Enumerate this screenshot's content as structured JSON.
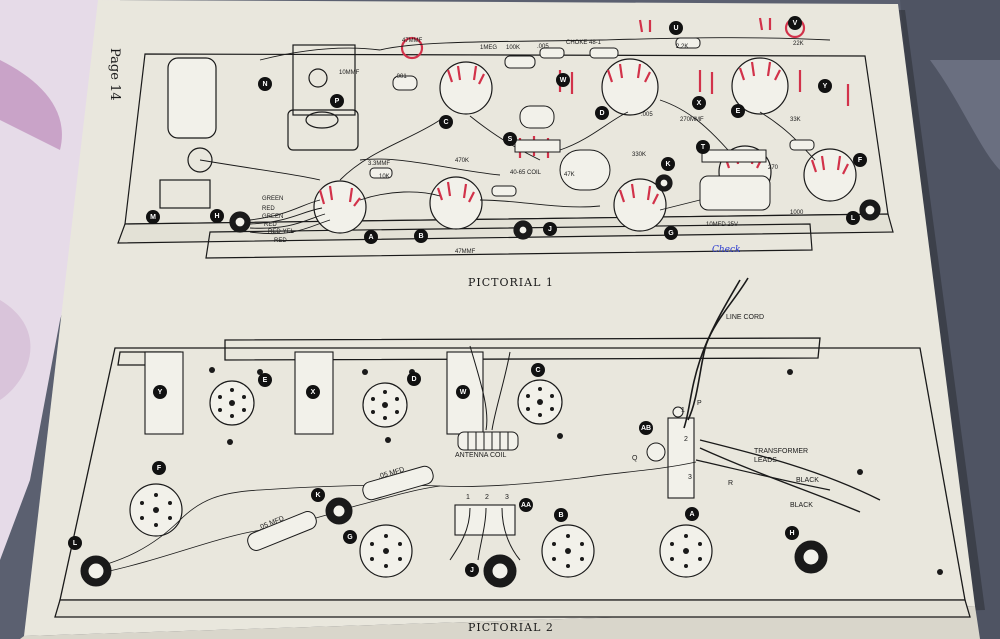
{
  "page": {
    "page_number": "Page 14",
    "pictorial_1_caption": "PICTORIAL 1",
    "pictorial_2_caption": "PICTORIAL 2"
  },
  "pictorial_1": {
    "socket_letters": [
      "A",
      "B",
      "C",
      "D",
      "E",
      "F",
      "G",
      "H",
      "J",
      "K",
      "L",
      "M",
      "N",
      "P",
      "S",
      "T",
      "U",
      "V",
      "W",
      "X",
      "Y"
    ],
    "component_labels": [
      "47MMF",
      "10MMF",
      ".001",
      "1MEG",
      "100K",
      ".005",
      "CHOKE 48-1",
      "3.3MMF",
      "10K",
      "470K",
      "40-65 COIL",
      "47K",
      "330K",
      ".005",
      "270MMF",
      "1000",
      "10MFD 25V",
      "47MMF",
      "22K",
      "2.2K",
      "270",
      "33K"
    ],
    "wire_labels": [
      "GREEN",
      "RED",
      "GREEN",
      "RED",
      "RED-YEL",
      "RED"
    ],
    "pen_note": "Check"
  },
  "pictorial_2": {
    "socket_letters": [
      "Y",
      "E",
      "X",
      "D",
      "W",
      "C",
      "F",
      "K",
      "G",
      "J",
      "AA",
      "B",
      "A",
      "L",
      "H",
      "AB"
    ],
    "component_labels": [
      ".05 MFD",
      ".05 MFD",
      "ANTENNA COIL",
      "1",
      "2",
      "3",
      "P",
      "Q",
      "R",
      "1",
      "2",
      "3"
    ],
    "wire_labels": [
      "LINE CORD",
      "TRANSFORMER LEADS",
      "BLACK",
      "BLACK"
    ]
  },
  "colors": {
    "paper": "#e9e7dd",
    "ink": "#1a1a1a",
    "pen_red": "#d2324a",
    "pen_blue": "#2b3bd0",
    "fabric_bg": "#5a5f6e"
  }
}
